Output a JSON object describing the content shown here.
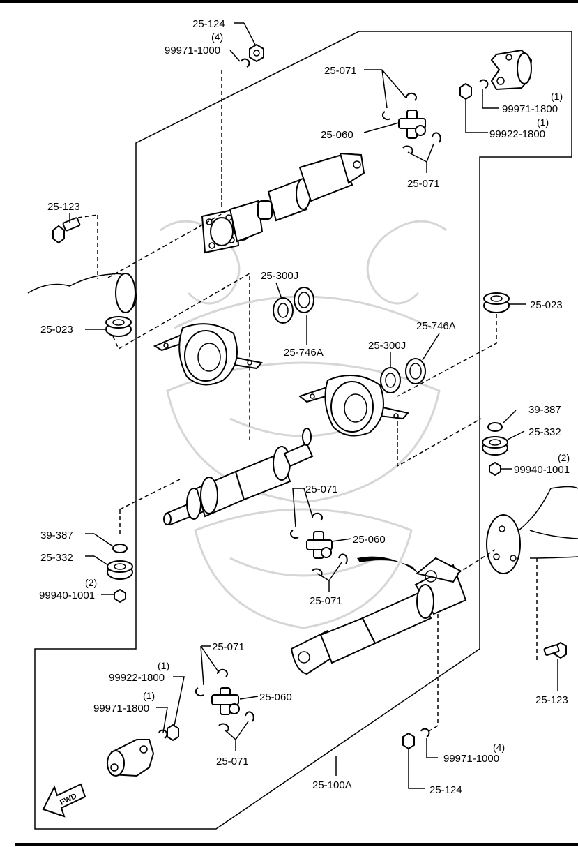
{
  "labels": {
    "p25_124_top": "25-124",
    "qty_4_top": "(4)",
    "p99971_1000_top": "99971-1000",
    "p25_071_a": "25-071",
    "p25_060_a": "25-060",
    "p25_071_b": "25-071",
    "qty_1_a": "(1)",
    "p99971_1800_right": "99971-1800",
    "qty_1_b": "(1)",
    "p99922_1800_right": "99922-1800",
    "p25_123_left": "25-123",
    "p25_023_left": "25-023",
    "p25_300j_left": "25-300J",
    "p25_746a_left": "25-746A",
    "p25_023_right": "25-023",
    "p25_746a_right": "25-746A",
    "p25_300j_right": "25-300J",
    "p39_387_right": "39-387",
    "p25_332_right": "25-332",
    "qty_2_right": "(2)",
    "p99940_1001_right": "99940-1001",
    "p25_071_c": "25-071",
    "p25_060_b": "25-060",
    "p25_071_d": "25-071",
    "p39_387_left": "39-387",
    "p25_332_left": "25-332",
    "qty_2_left": "(2)",
    "p99940_1001_left": "99940-1001",
    "p25_071_e": "25-071",
    "qty_1_c": "(1)",
    "p99922_1800_left": "99922-1800",
    "qty_1_d": "(1)",
    "p99971_1800_left": "99971-1800",
    "p25_060_c": "25-060",
    "p25_071_f": "25-071",
    "p25_123_right": "25-123",
    "qty_4_bottom": "(4)",
    "p99971_1000_bottom": "99971-1000",
    "p25_100a": "25-100A",
    "p25_124_bottom": "25-124",
    "fwd": "FWD"
  }
}
